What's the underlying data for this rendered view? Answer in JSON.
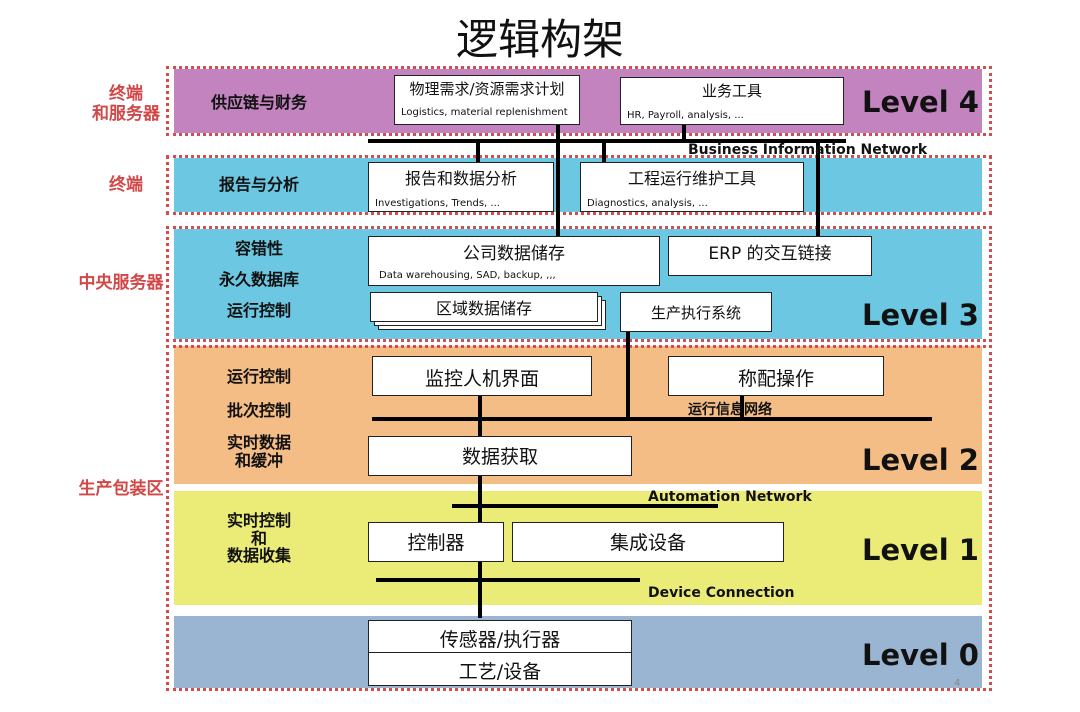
{
  "title": "逻辑构架",
  "levels": {
    "l4": "Level 4",
    "l3": "Level 3",
    "l2": "Level 2",
    "l1": "Level 1",
    "l0": "Level 0"
  },
  "side_labels": {
    "terminal_server": [
      "终端",
      "和服务器"
    ],
    "terminal": "终端",
    "central_server": "中央服务器",
    "production": "生产包装区"
  },
  "functions": {
    "supply_finance": "供应链与财务",
    "report_analysis": "报告与分析",
    "fault_tolerance": "容错性",
    "persistent_db": "永久数据库",
    "run_control_3": "运行控制",
    "run_control_2": "运行控制",
    "batch_control": "批次控制",
    "realtime_data": [
      "实时数据",
      "和缓冲"
    ],
    "realtime_control": [
      "实时控制",
      "和",
      "数据收集"
    ]
  },
  "boxes": {
    "material_plan": {
      "title": "物理需求/资源需求计划",
      "sub": "Logistics, material replenishment"
    },
    "biz_tools": {
      "title": "业务工具",
      "sub": "HR, Payroll, analysis, ..."
    },
    "report_data": {
      "title": "报告和数据分析",
      "sub": "Investigations, Trends, ..."
    },
    "eng_tools": {
      "title": "工程运行维护工具",
      "sub": "Diagnostics, analysis, ..."
    },
    "company_storage": {
      "title": "公司数据储存",
      "sub": "Data warehousing, SAD, backup, ,,,"
    },
    "erp_link": {
      "title": "ERP 的交互链接"
    },
    "area_storage": {
      "title": "区域数据储存"
    },
    "mes": {
      "title": "生产执行系统"
    },
    "hmi": {
      "title": "监控人机界面"
    },
    "weighing": {
      "title": "称配操作"
    },
    "data_acq": {
      "title": "数据获取"
    },
    "controller": {
      "title": "控制器"
    },
    "integrated": {
      "title": "集成设备"
    },
    "sensors": {
      "title": "传感器/执行器"
    },
    "process": {
      "title": "工艺/设备"
    }
  },
  "networks": {
    "business": "Business Information Network",
    "run_info": "运行信息网络",
    "automation": "Automation Network",
    "device": "Device Connection"
  },
  "page_number": "4"
}
